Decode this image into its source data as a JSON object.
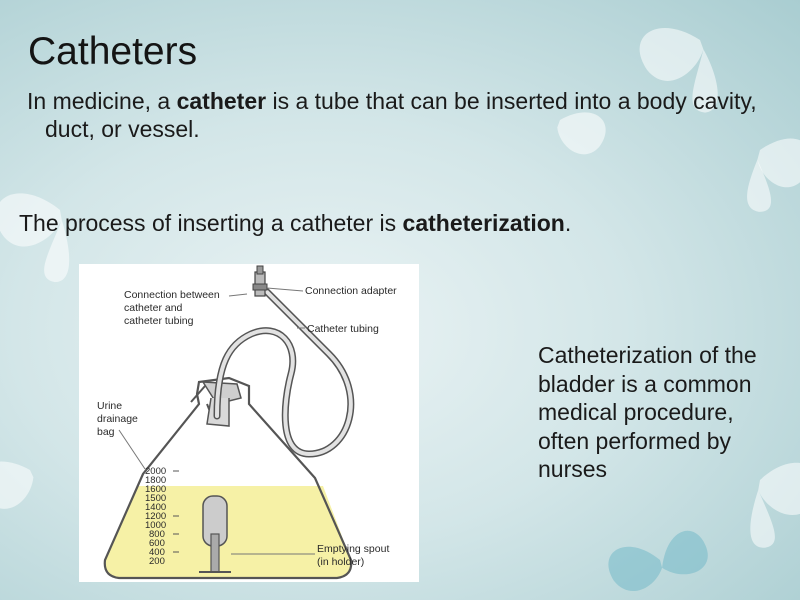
{
  "slide": {
    "title": "Catheters",
    "intro": {
      "before": "In medicine, a ",
      "term": "catheter",
      "after": " is a tube that can be inserted into a body cavity, duct, or vessel."
    },
    "process": {
      "before": "The process of inserting a catheter is ",
      "term": "catheterization",
      "after": "."
    },
    "caption": "Catheterization of the bladder is a common medical procedure, often performed by nurses"
  },
  "figure": {
    "labels": {
      "connection_between_1": "Connection between",
      "connection_between_2": "catheter and",
      "connection_between_3": "catheter tubing",
      "connection_adapter": "Connection adapter",
      "catheter_tubing": "Catheter tubing",
      "urine_1": "Urine",
      "urine_2": "drainage",
      "urine_3": "bag",
      "emptying_spout_1": "Emptying spout",
      "emptying_spout_2": "(in holder)"
    },
    "scale": [
      "2000",
      "1800",
      "1600",
      "1500",
      "1400",
      "1200",
      "1000",
      "800",
      "600",
      "400",
      "200"
    ],
    "fill_color": "#f6f1a6"
  },
  "colors": {
    "background_light": "#eaf3f4",
    "background_dark": "#a9cdd1",
    "butterfly": "#ffffff",
    "butterfly_accent": "#74b9c9"
  }
}
